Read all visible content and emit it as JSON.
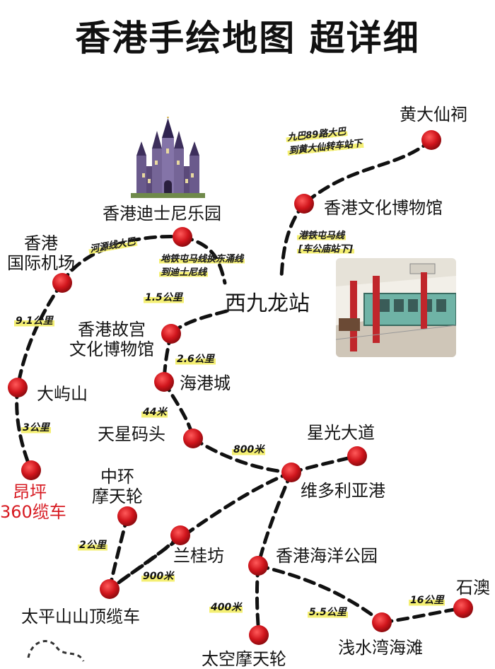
{
  "title": "香港手绘地图  超详细",
  "places": {
    "wong_tai_sin": "黄大仙祠",
    "heritage_museum": "香港文化博物馆",
    "disneyland": "香港迪士尼乐园",
    "airport_line1": "香港",
    "airport_line2": "国际机场",
    "west_kowloon": "西九龙站",
    "palace_museum_line1": "香港故宫",
    "palace_museum_line2": "文化博物馆",
    "lantau": "大屿山",
    "harbour_city": "海港城",
    "star_ferry": "天星码头",
    "avenue_of_stars": "星光大道",
    "victoria_harbour": "维多利亚港",
    "ngong_ping_line1": "昂坪",
    "ngong_ping_line2": "360缆车",
    "central_wheel_line1": "中环",
    "central_wheel_line2": "摩天轮",
    "lan_kwai_fong": "兰桂坊",
    "ocean_park": "香港海洋公园",
    "peak_tram": "太平山山顶缆车",
    "repulse_bay": "浅水湾海滩",
    "stanley": "石澳",
    "bottom_cut": "太空摩天轮"
  },
  "routes": {
    "kmb89_line1": "九巴89路大巴",
    "kmb89_line2": "到黄大仙转车站下",
    "tuen_ma_line1": "港铁屯马线",
    "tuen_ma_line2": "[车公庙站下]",
    "river_bus": "河源线大巴",
    "mtr_disney_line1": "地铁屯马线换东涌线",
    "mtr_disney_line2": "到迪士尼线"
  },
  "distances": {
    "d1": "1.5公里",
    "d2": "9.1公里",
    "d3": "2.6公里",
    "d4": "44米",
    "d5": "3公里",
    "d6": "800米",
    "d7": "2公里",
    "d8": "900米",
    "d9": "400米",
    "d10": "5.5公里",
    "d11": "16公里"
  },
  "colors": {
    "station_dot": "#c8161d",
    "route_dash": "#111111",
    "highlight": "#f4ef73"
  }
}
